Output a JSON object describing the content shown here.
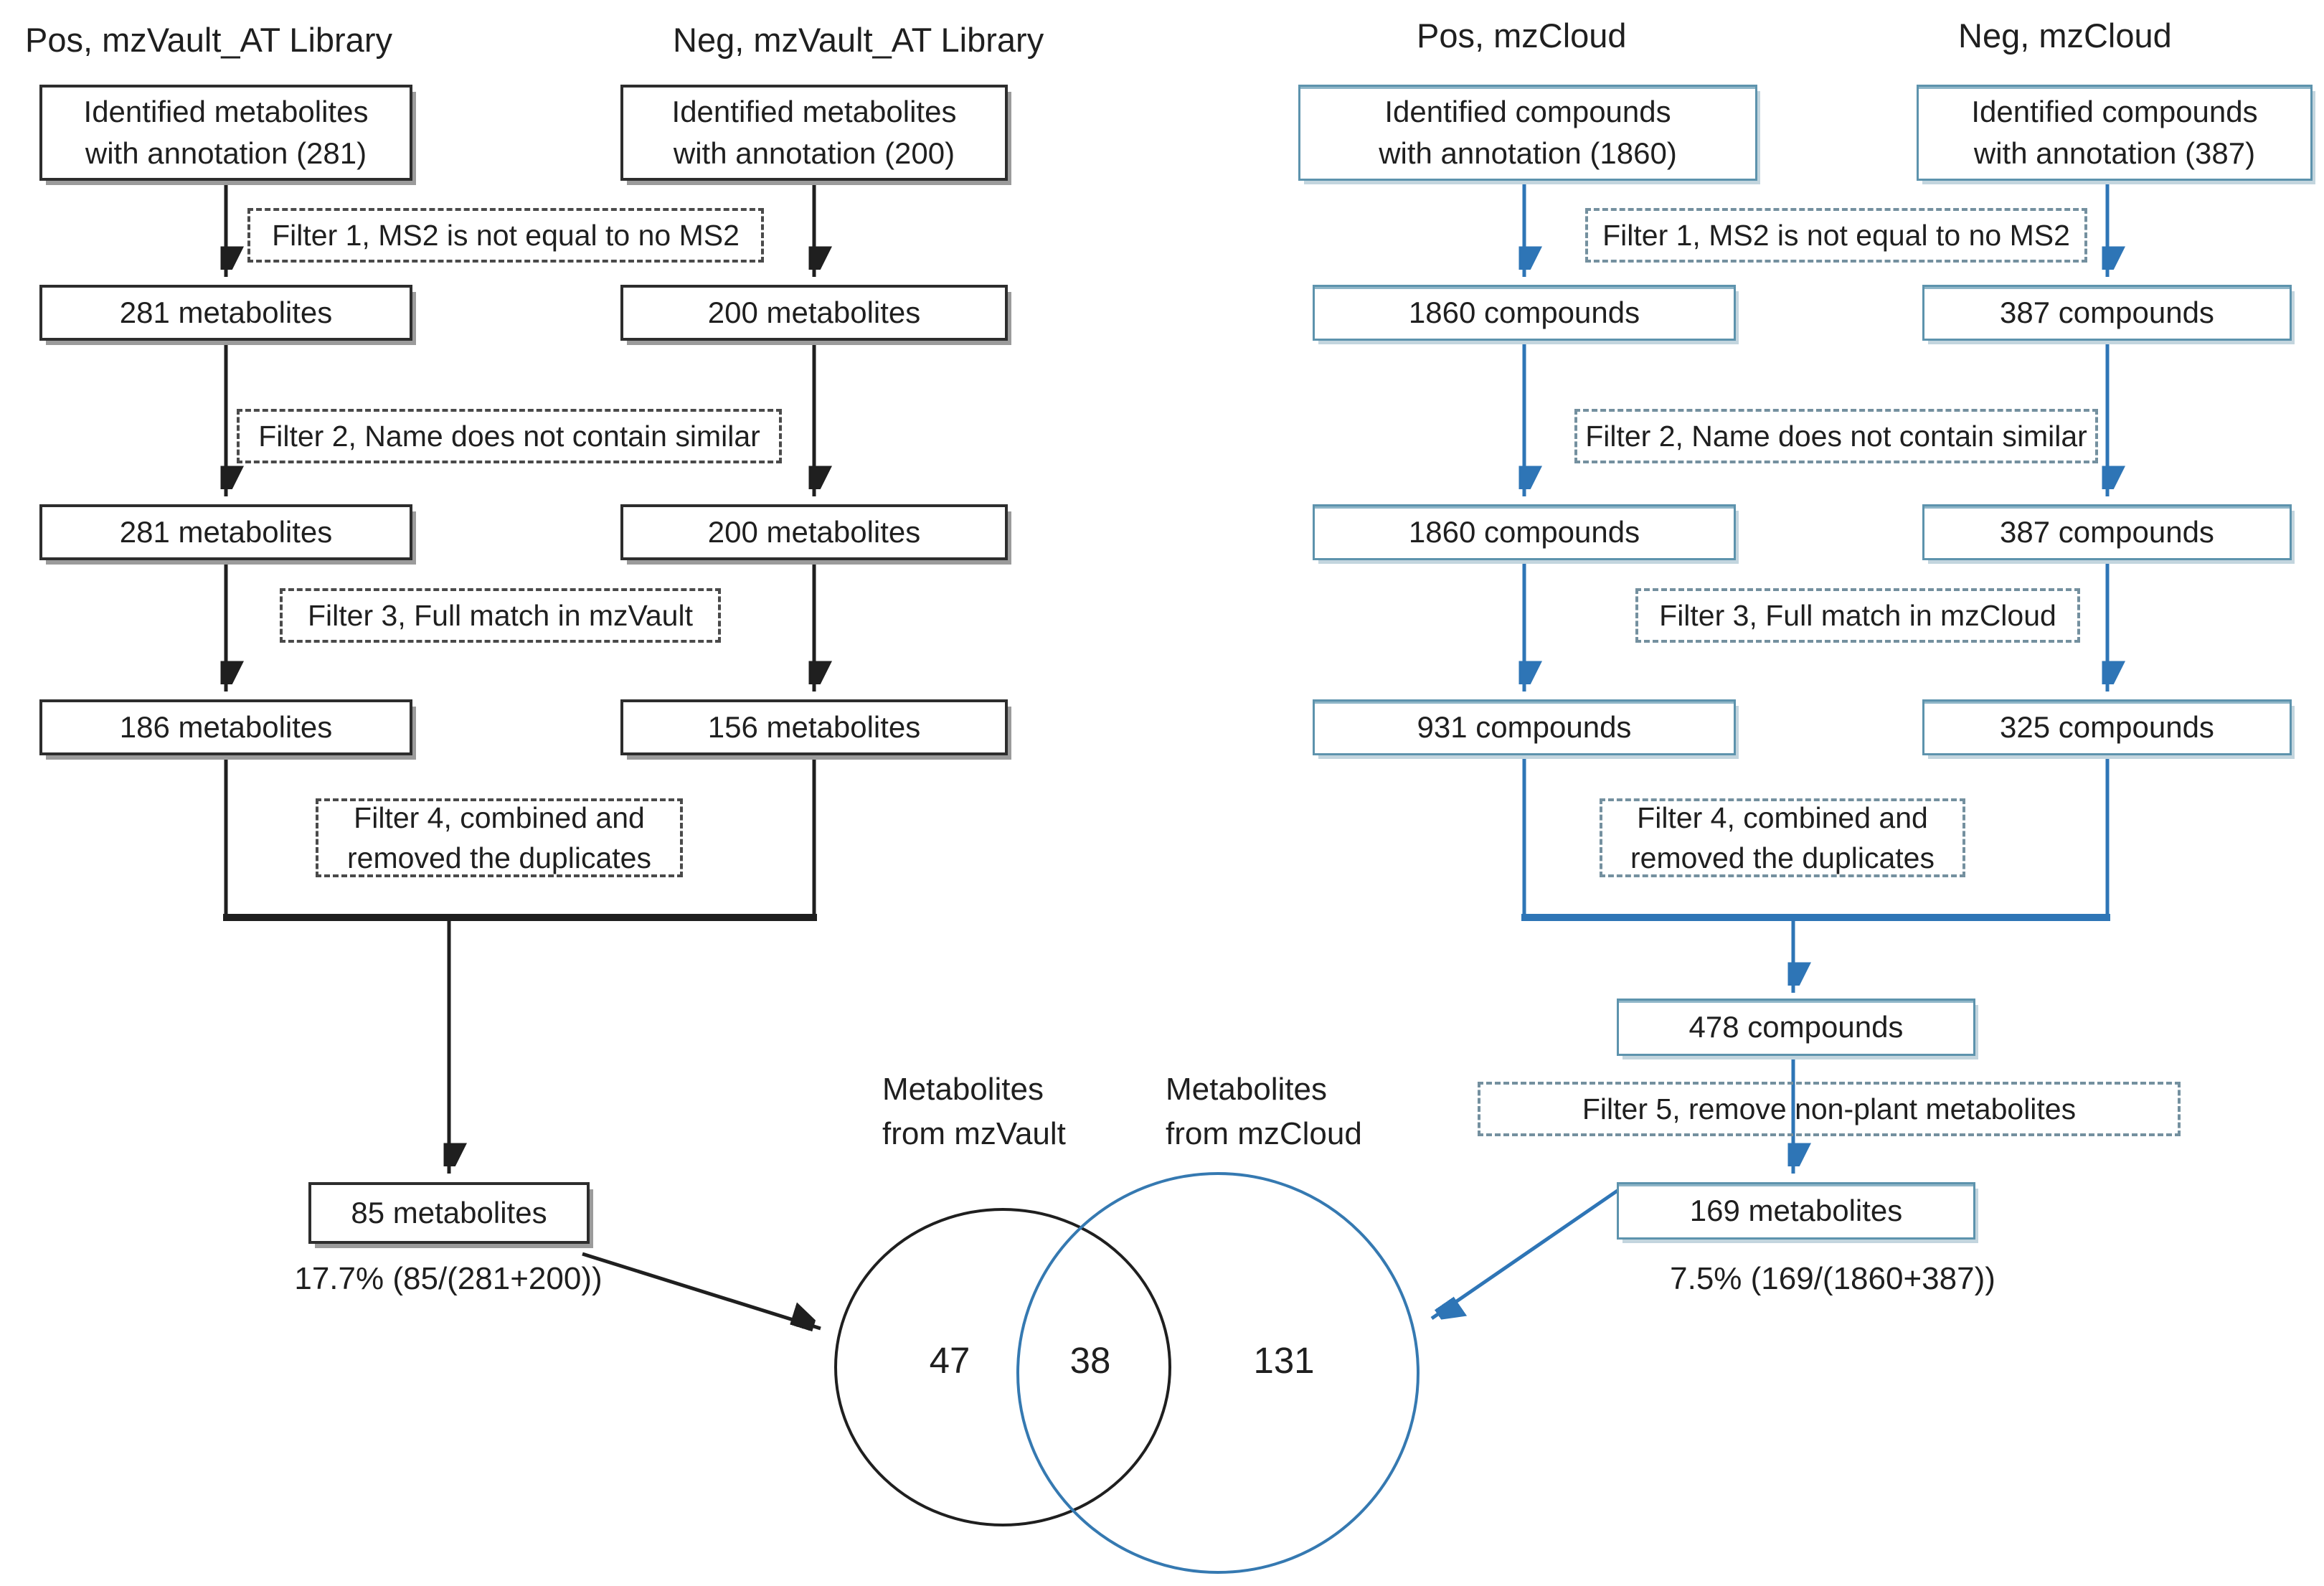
{
  "colors": {
    "black_pipeline": "#1f1f1f",
    "blue_arrow": "#2e75b6",
    "blue_box_border": "#5d93ad",
    "background": "#ffffff"
  },
  "left": {
    "pos_title": "Pos, mzVault_AT Library",
    "neg_title": "Neg, mzVault_AT Library",
    "pos": {
      "start_line1": "Identified metabolites",
      "start_line2": "with annotation (281)",
      "after_filter1": "281 metabolites",
      "after_filter2": "281 metabolites",
      "after_filter3": "186 metabolites"
    },
    "neg": {
      "start_line1": "Identified metabolites",
      "start_line2": "with annotation (200)",
      "after_filter1": "200 metabolites",
      "after_filter2": "200 metabolites",
      "after_filter3": "156 metabolites"
    },
    "filter1": "Filter 1, MS2 is not equal to no MS2",
    "filter2": "Filter 2, Name does not contain similar",
    "filter3": "Filter 3, Full match in mzVault",
    "filter4_line1": "Filter 4, combined and",
    "filter4_line2": "removed the duplicates",
    "combined": "85 metabolites",
    "percent": "17.7% (85/(281+200))"
  },
  "right": {
    "pos_title": "Pos, mzCloud",
    "neg_title": "Neg, mzCloud",
    "pos": {
      "start_line1": "Identified compounds",
      "start_line2": "with annotation (1860)",
      "after_filter1": "1860 compounds",
      "after_filter2": "1860 compounds",
      "after_filter3": "931 compounds"
    },
    "neg": {
      "start_line1": "Identified compounds",
      "start_line2": "with annotation (387)",
      "after_filter1": "387 compounds",
      "after_filter2": "387 compounds",
      "after_filter3": "325 compounds"
    },
    "filter1": "Filter 1, MS2 is not equal to no MS2",
    "filter2": "Filter 2, Name does not contain similar",
    "filter3": "Filter 3, Full match in mzCloud",
    "filter4_line1": "Filter 4, combined and",
    "filter4_line2": "removed the duplicates",
    "filter5": "Filter 5, remove non-plant metabolites",
    "combined": "478 compounds",
    "final": "169 metabolites",
    "percent": "7.5% (169/(1860+387))"
  },
  "venn": {
    "left_label_line1": "Metabolites",
    "left_label_line2": "from mzVault",
    "right_label_line1": "Metabolites",
    "right_label_line2": "from mzCloud",
    "left_only": "47",
    "overlap": "38",
    "right_only": "131"
  }
}
